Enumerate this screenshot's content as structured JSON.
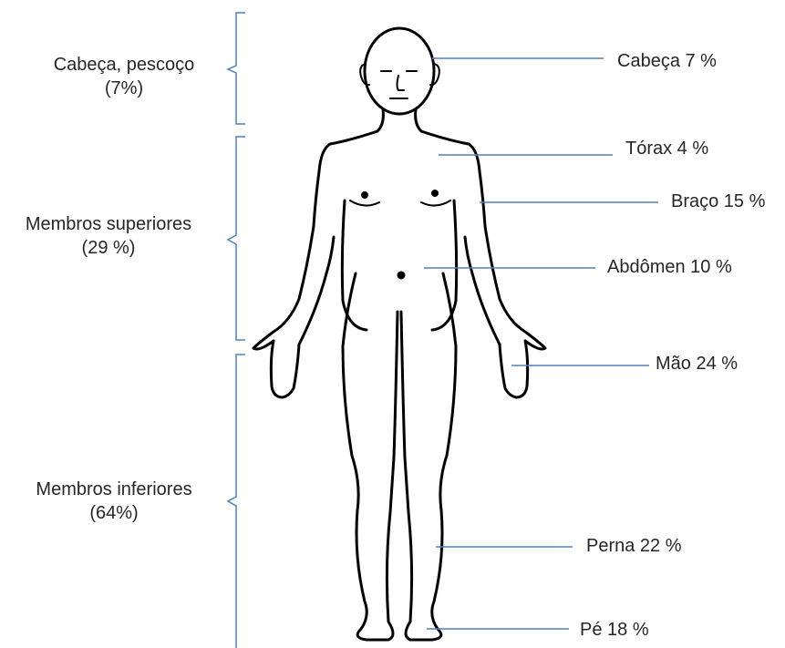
{
  "body_parts": [
    {
      "id": "cabeca",
      "label": "Cabeça 7 %"
    },
    {
      "id": "torax",
      "label": "Tórax 4 %"
    },
    {
      "id": "braco",
      "label": "Braço 15 %"
    },
    {
      "id": "abdomen",
      "label": "Abdômen 10 %"
    },
    {
      "id": "mao",
      "label": "Mão 24 %"
    },
    {
      "id": "perna",
      "label": "Perna 22 %"
    },
    {
      "id": "pe",
      "label": "Pé 18 %"
    }
  ],
  "groups": [
    {
      "id": "head",
      "line1": "Cabeça, pescoço",
      "line2": "(7%)"
    },
    {
      "id": "upper",
      "line1": "Membros superiores",
      "line2": "(29 %)"
    },
    {
      "id": "lower",
      "line1": "Membros inferiores",
      "line2": "(64%)"
    }
  ],
  "colors": {
    "leader_line": "#4f81bd",
    "bracket": "#4f81bd",
    "figure_outline": "#000000",
    "text": "#262626"
  }
}
